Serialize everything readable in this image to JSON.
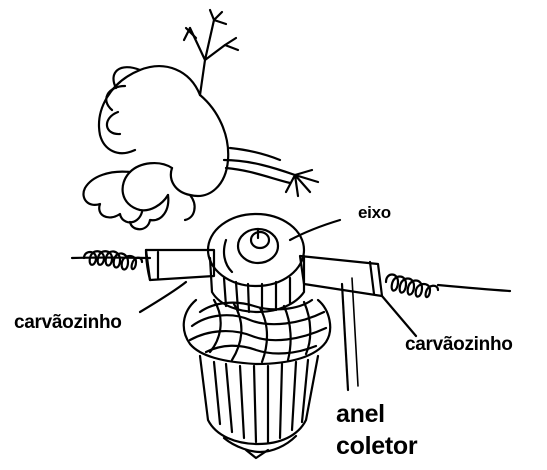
{
  "labels": {
    "shaft": "eixo",
    "brush_left": "carvãozinho",
    "brush_right": "carvãozinho",
    "ring_line1": "anel",
    "ring_line2": "coletor"
  },
  "colors": {
    "ink": "#000000",
    "paper": "#ffffff"
  }
}
